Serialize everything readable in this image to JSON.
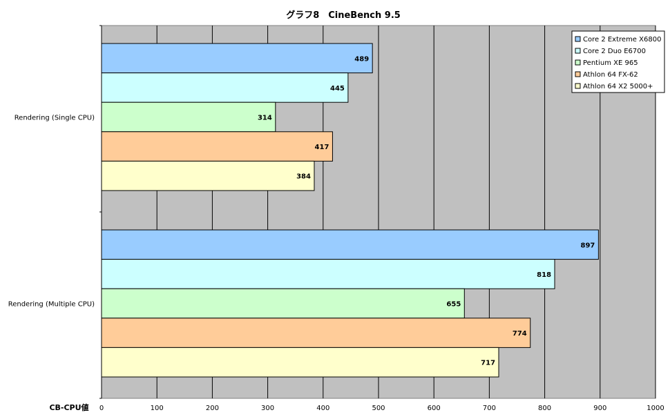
{
  "chart_data": {
    "type": "bar",
    "orientation": "horizontal",
    "title": "グラフ8　CineBench 9.5",
    "xlabel": "CB-CPU値",
    "ylabel": "",
    "xlim": [
      0,
      1000
    ],
    "x_ticks": [
      0,
      100,
      200,
      300,
      400,
      500,
      600,
      700,
      800,
      900,
      1000
    ],
    "grid": true,
    "legend_position": "top-right",
    "categories": [
      "Rendering (Single CPU)",
      "Rendering (Multiple CPU)"
    ],
    "series": [
      {
        "name": "Core 2 Extreme X6800",
        "color": "#99ccff",
        "values": [
          489,
          897
        ]
      },
      {
        "name": "Core 2 Duo E6700",
        "color": "#ccffff",
        "values": [
          445,
          818
        ]
      },
      {
        "name": "Pentium XE 965",
        "color": "#ccffcc",
        "values": [
          314,
          655
        ]
      },
      {
        "name": "Athlon 64 FX-62",
        "color": "#ffcc99",
        "values": [
          417,
          774
        ]
      },
      {
        "name": "Athlon 64 X2 5000+",
        "color": "#ffffcc",
        "values": [
          384,
          717
        ]
      }
    ],
    "colors": {
      "plot_background": "#c0c0c0",
      "gridline": "#000000",
      "bar_border": "#000000"
    }
  }
}
